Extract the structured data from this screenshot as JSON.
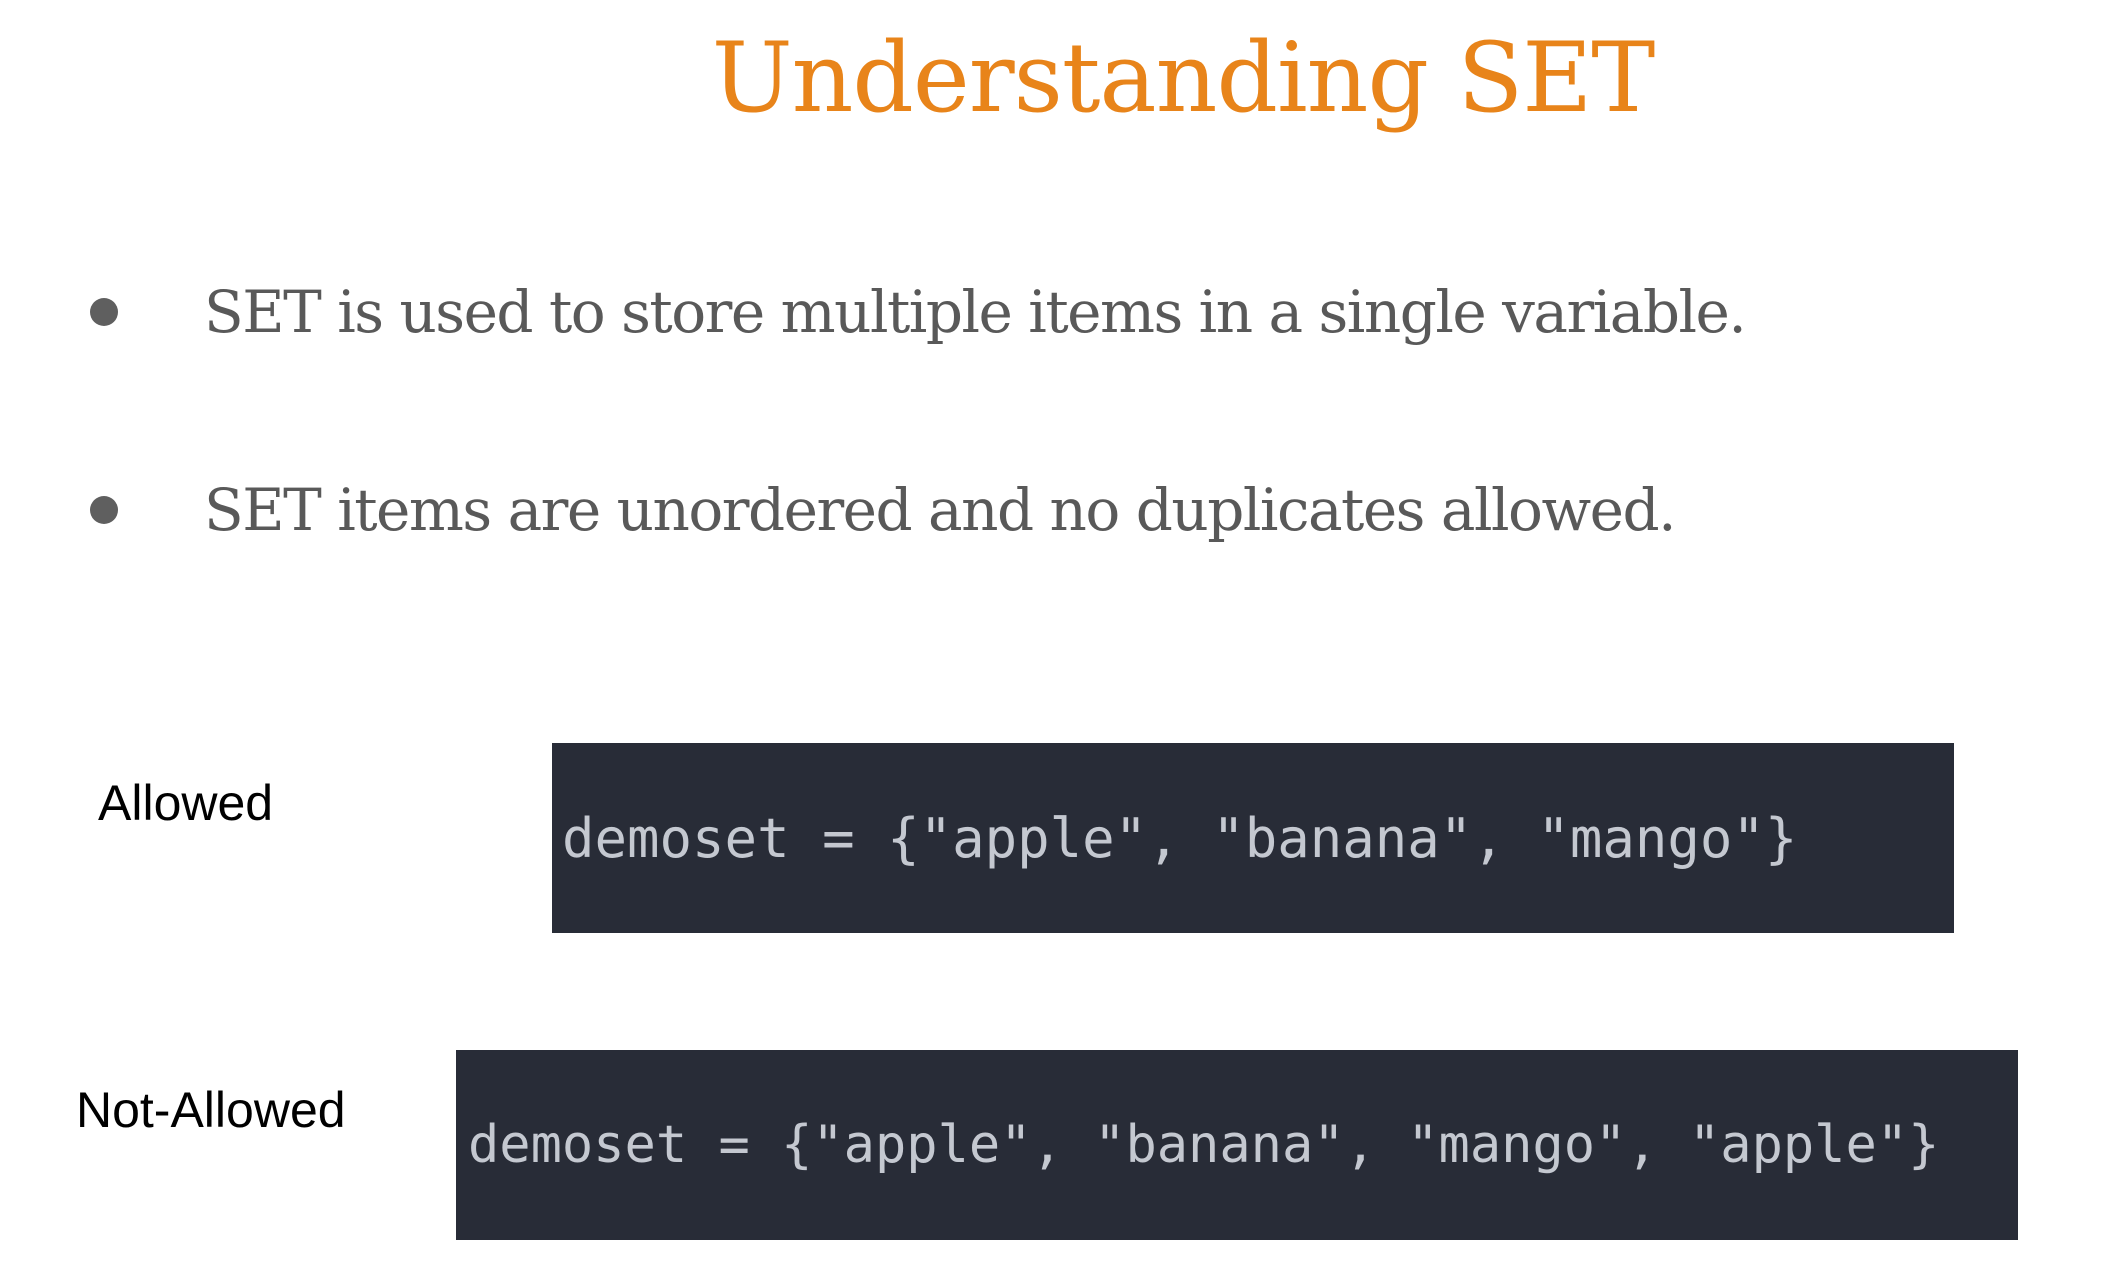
{
  "slide": {
    "title": "Understanding SET",
    "accent_color": "#e8841a",
    "bullets": [
      "SET is used to store multiple items in a single variable.",
      "SET items are unordered and no duplicates allowed."
    ],
    "examples": {
      "allowed": {
        "label": "Allowed",
        "code": "demoset = {\"apple\", \"banana\", \"mango\"}"
      },
      "not_allowed": {
        "label": "Not-Allowed",
        "code": "demoset = {\"apple\", \"banana\", \"mango\", \"apple\"}"
      }
    },
    "code_background": "#282c37"
  }
}
